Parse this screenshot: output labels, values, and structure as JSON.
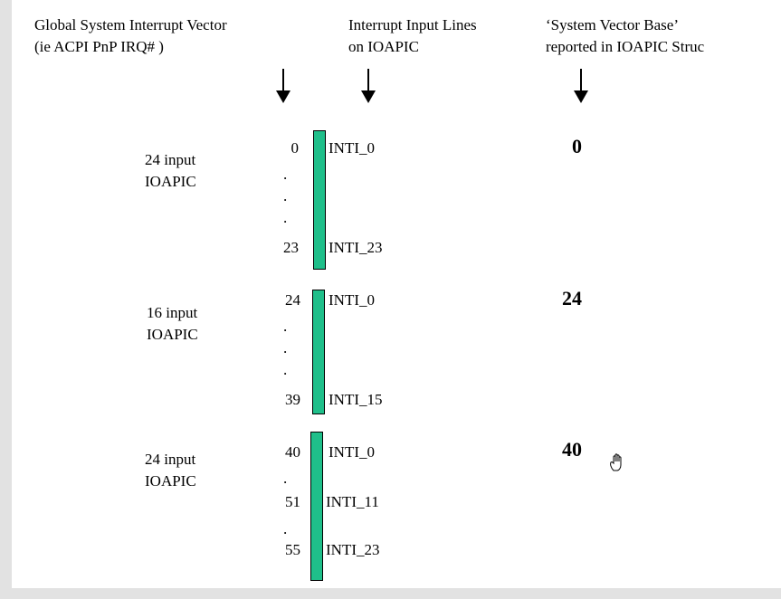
{
  "header": {
    "col1_line1": "Global System Interrupt Vector",
    "col1_line2": "(ie ACPI PnP IRQ# )",
    "col2_line1": "Interrupt Input Lines",
    "col2_line2": "on IOAPIC",
    "col3_line1": "‘System Vector Base’",
    "col3_line2": "reported in IOAPIC Struc"
  },
  "groups": [
    {
      "label_line1": "24 input",
      "label_line2": "IOAPIC",
      "base": "0",
      "rows": [
        {
          "vector": "0",
          "line": "INTI_0"
        },
        {
          "vector": "23",
          "line": "INTI_23"
        }
      ]
    },
    {
      "label_line1": "16 input",
      "label_line2": "IOAPIC",
      "base": "24",
      "rows": [
        {
          "vector": "24",
          "line": "INTI_0"
        },
        {
          "vector": "39",
          "line": "INTI_15"
        }
      ]
    },
    {
      "label_line1": "24 input",
      "label_line2": "IOAPIC",
      "base": "40",
      "rows": [
        {
          "vector": "40",
          "line": "INTI_0"
        },
        {
          "vector": "51",
          "line": "INTI_11"
        },
        {
          "vector": "55",
          "line": "INTI_23"
        }
      ]
    }
  ],
  "colors": {
    "bar_fill": "#1fbf8a",
    "frame": "#e2e2e2"
  },
  "icons": {
    "cursor": "hand-cursor-icon"
  }
}
